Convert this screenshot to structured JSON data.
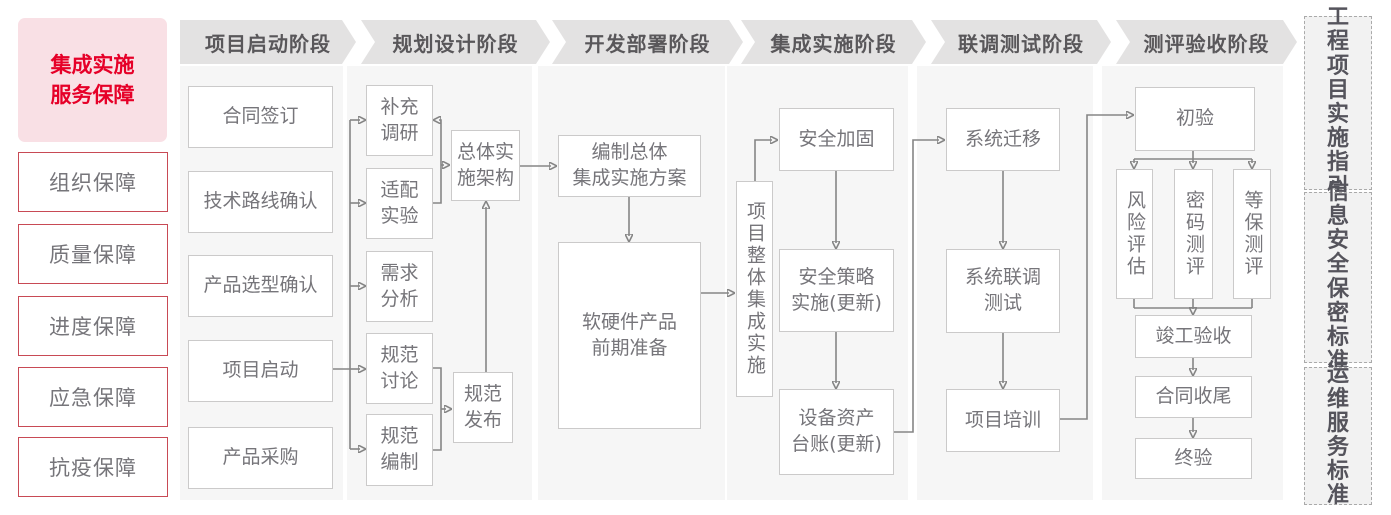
{
  "sidebar": {
    "title": "集成实施\n服务保障",
    "items": [
      "组织保障",
      "质量保障",
      "进度保障",
      "应急保障",
      "抗疫保障"
    ]
  },
  "phases": [
    {
      "header": "项目启动阶段",
      "boxes": [
        "合同签订",
        "技术路线确认",
        "产品选型确认",
        "项目启动",
        "产品采购"
      ]
    },
    {
      "header": "规划设计阶段",
      "boxes": [
        "补充\n调研",
        "适配\n实验",
        "需求\n分析",
        "规范\n讨论",
        "规范\n编制",
        "总体实\n施架构",
        "规范\n发布"
      ]
    },
    {
      "header": "开发部署阶段",
      "boxes": [
        "编制总体\n集成实施方案",
        "软硬件产品\n前期准备"
      ]
    },
    {
      "header": "集成实施阶段",
      "boxes": [
        "项目整体集成实施",
        "安全加固",
        "安全策略\n实施(更新)",
        "设备资产\n台账(更新)"
      ]
    },
    {
      "header": "联调测试阶段",
      "boxes": [
        "系统迁移",
        "系统联调\n测试",
        "项目培训"
      ]
    },
    {
      "header": "测评验收阶段",
      "boxes": [
        "初验",
        "风险评估",
        "密码测评",
        "等保测评",
        "竣工验收",
        "合同收尾",
        "终验"
      ]
    }
  ],
  "standards": [
    "工程\n项目\n实施\n指引",
    "信息\n安全\n保密\n标准",
    "运维\n服务\n标准"
  ],
  "colors": {
    "accent_red": "#e60028",
    "pink_bg": "#f9e0e5",
    "red_border": "#c84a55",
    "header_gray": "#e3e2e2",
    "panel_gray": "#f6f6f6",
    "line_gray": "#858585",
    "node_text_gray": "#76757a",
    "dark_text": "#55545c"
  }
}
